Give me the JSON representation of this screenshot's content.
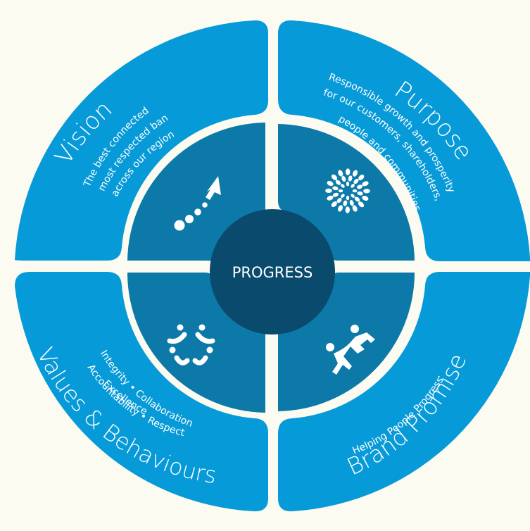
{
  "colors": {
    "background": "#fbfbf1",
    "outer_ring": "#079ad8",
    "inner_ring": "#0c79a8",
    "center": "#0a4a6c",
    "text": "#ffffff"
  },
  "center": {
    "label": "PROGRESS"
  },
  "quadrants": {
    "vision": {
      "title": "Vision",
      "lines": [
        "The best connected and",
        "most respected bank",
        "across our region"
      ],
      "icon": "dots-arrow-icon"
    },
    "purpose": {
      "title": "Purpose",
      "lines": [
        "Responsible growth and prosperity",
        "for our customers, shareholders,",
        "people and communities"
      ],
      "icon": "starburst-icon"
    },
    "values": {
      "title": "Values & Behaviours",
      "lines": [
        "Integrity • Collaboration",
        "Accountability • Respect",
        "Excellence"
      ],
      "icon": "people-circle-icon"
    },
    "brand": {
      "title": "Brand Promise",
      "lines": [
        "Helping People Progress"
      ],
      "icon": "helping-people-icon"
    }
  }
}
